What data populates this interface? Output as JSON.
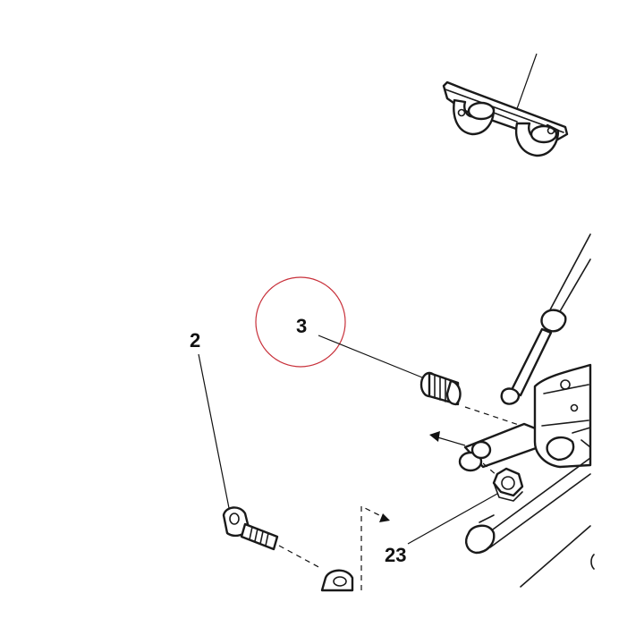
{
  "callouts": {
    "part_2": "2",
    "part_3": "3",
    "part_23": "23"
  },
  "colors": {
    "line": "#1a1a1a",
    "highlight_circle": "#c8303a",
    "background": "#ffffff"
  }
}
